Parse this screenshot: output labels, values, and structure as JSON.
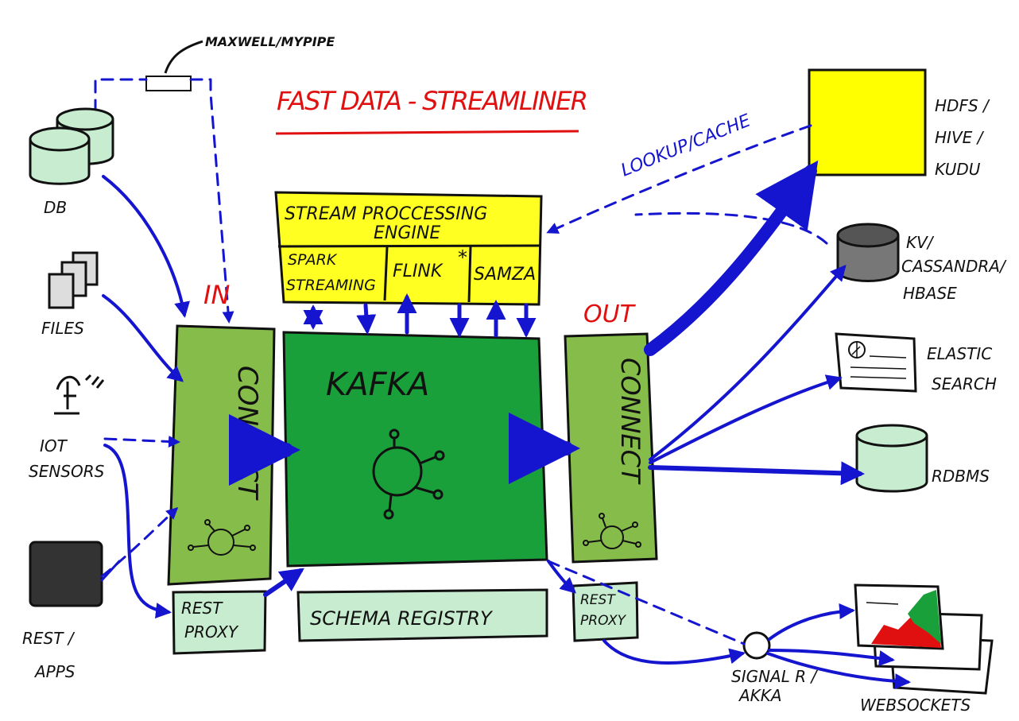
{
  "title": "FAST DATA - STREAMLINER",
  "annotations": {
    "maxwell": "MAXWELL/MYPIPE",
    "lookup": "LOOKUP/CACHE",
    "in": "IN",
    "out": "OUT"
  },
  "sources": {
    "db": "DB",
    "files": "FILES",
    "iot_line1": "IOT",
    "iot_line2": "SENSORS",
    "rest_line1": "REST /",
    "rest_line2": "APPS"
  },
  "connect_in": "CONNECT",
  "connect_out": "CONNECT",
  "kafka": "KAFKA",
  "spe": {
    "title_line1": "STREAM PROCCESSING",
    "title_line2": "ENGINE",
    "engine1_line1": "SPARK",
    "engine1_line2": "STREAMING",
    "engine2": "FLINK",
    "engine2_mark": "*",
    "engine3": "SAMZA"
  },
  "rest_proxy_in": {
    "line1": "REST",
    "line2": "PROXY"
  },
  "rest_proxy_out": {
    "line1": "REST",
    "line2": "PROXY"
  },
  "schema_registry": "SCHEMA REGISTRY",
  "sinks": {
    "hdfs_line1": "HDFS /",
    "hdfs_line2": "HIVE /",
    "hdfs_line3": "KUDU",
    "kv_line1": "KV/",
    "kv_line2": "CASSANDRA/",
    "kv_line3": "HBASE",
    "es_line1": "ELASTIC",
    "es_line2": "SEARCH",
    "rdbms": "RDBMS",
    "signalr_line1": "SIGNAL R /",
    "signalr_line2": "AKKA",
    "websockets": "WEBSOCKETS"
  },
  "colors": {
    "flow_arrows": "#1515d0",
    "title_red": "#e01010",
    "kafka_green": "#19a03a",
    "connect_green": "#86bd4a",
    "light_green": "#c8ecd0",
    "engine_yellow": "#ffff22",
    "hdfs_yellow": "#ffff00",
    "kv_gray": "#777777"
  }
}
